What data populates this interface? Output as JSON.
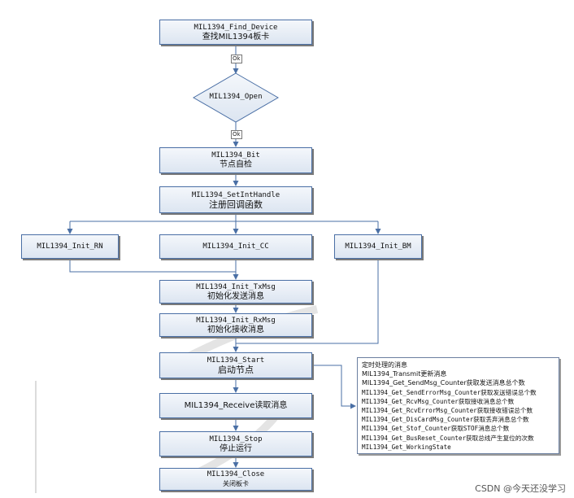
{
  "boxes": {
    "find_device": {
      "l1": "MIL1394_Find_Device",
      "l2": "查找MIL1394板卡"
    },
    "open": {
      "l1": "MIL1394_Open"
    },
    "bit": {
      "l1": "MIL1394_Bit",
      "l2": "节点自检"
    },
    "set_int_handle": {
      "l1": "MIL1394_SetIntHandle",
      "l2": "注册回调函数"
    },
    "init_rn": {
      "l1": "MIL1394_Init_RN"
    },
    "init_cc": {
      "l1": "MIL1394_Init_CC"
    },
    "init_bm": {
      "l1": "MIL1394_Init_BM"
    },
    "init_txmsg": {
      "l1": "MIL1394_Init_TxMsg",
      "l2": "初始化发送消息"
    },
    "init_rxmsg": {
      "l1": "MIL1394_Init_RxMsg",
      "l2": "初始化接收消息"
    },
    "start": {
      "l1": "MIL1394_Start",
      "l2": "启动节点"
    },
    "receive": {
      "l1": "MIL1394_Receive读取消息"
    },
    "stop": {
      "l1": "MIL1394_Stop",
      "l2": "停止运行"
    },
    "close": {
      "l1": "MIL1394_Close",
      "l2": "关闭板卡"
    }
  },
  "ok_labels": [
    "Ok",
    "Ok"
  ],
  "note": {
    "title": "定时处理的消息",
    "lines": [
      "MIL1394_Transmit更新消息",
      "MIL1394_Get_SendMsg_Counter获取发送消息总个数",
      "MIL1394_Get_SendErrorMsg_Counter获取发送错误总个数",
      "MIL1394_Get_RcvMsg_Counter获取接收消息总个数",
      "MIL1394_Get_RcvErrorMsg_Counter获取接收错误总个数",
      "MIL1394_Get_DisCardMsg_Counter获取丢弃消息总个数",
      "MIL1394_Get_Stof_Counter获取STOF消息总个数",
      "MIL1394_Get_BusReset_Counter获取总线产生复位的次数",
      "MIL1394_Get_WorkingState"
    ]
  },
  "watermark": "CSDN @今天还没学习",
  "colors": {
    "border": "#4a6fa5",
    "fill_top": "#f4f7fb",
    "fill_bottom": "#dce5f1",
    "line": "#4a6fa5"
  }
}
